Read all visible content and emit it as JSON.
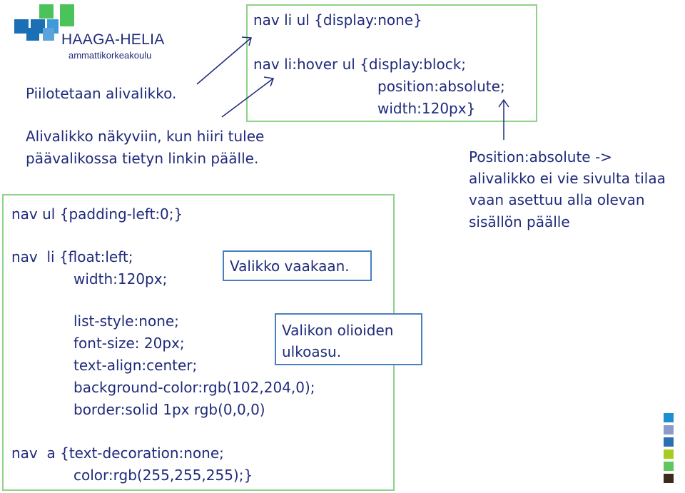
{
  "logo": {
    "name": "HAAGA-HELIA",
    "subtitle": "ammattikorkeakoulu"
  },
  "css_code": {
    "submenu_hide": "nav li ul {display:none}",
    "submenu_show_1": "nav li:hover ul {display:block;",
    "submenu_show_2": "position:absolute;",
    "submenu_show_3": "width:120px}",
    "ul_rule": "nav ul {padding-left:0;}",
    "li_rule_1": "nav  li {float:left;",
    "li_rule_2": "width:120px;",
    "li_rule_3": "list-style:none;",
    "li_rule_4": "font-size: 20px;",
    "li_rule_5": "text-align:center;",
    "li_rule_6": "background-color:rgb(102,204,0);",
    "li_rule_7": "border:solid 1px rgb(0,0,0)",
    "a_rule_1": "nav  a {text-decoration:none;",
    "a_rule_2": "color:rgb(255,255,255);}"
  },
  "notes": {
    "hide_submenu": "Piilotetaan alivalikko.",
    "show_submenu_1": "Alivalikko näkyviin, kun hiiri tulee",
    "show_submenu_2": "päävalikossa tietyn linkin päälle.",
    "absolute_1": "Position:absolute ->",
    "absolute_2": "alivalikko ei vie sivulta tilaa",
    "absolute_3": "vaan asettuu alla olevan",
    "absolute_4": "sisällön päälle",
    "horizontal": "Valikko vaakaan.",
    "items_1": "Valikon olioiden",
    "items_2": "ulkoasu."
  },
  "colors": {
    "text": "#1f2a7a",
    "green_border": "#8fd28a",
    "blue_border": "#4a7fbf",
    "logo_blue": "#1b6fb5",
    "logo_green": "#4cc35a"
  },
  "icons": [
    "arrow-icon",
    "color-squares-icon"
  ]
}
